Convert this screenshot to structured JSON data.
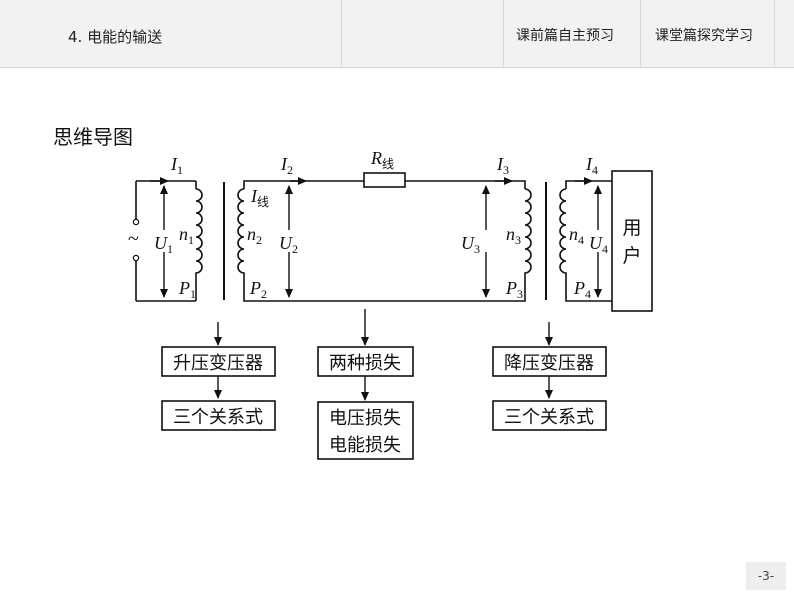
{
  "header": {
    "chapter": "4. 电能的输送",
    "tabs": [
      "课前篇自主预习",
      "课堂篇探究学习"
    ]
  },
  "section_title": "思维导图",
  "diagram": {
    "source": "~",
    "I1": "I",
    "I1_sub": "1",
    "I2": "I",
    "I2_sub": "2",
    "I3": "I",
    "I3_sub": "3",
    "I4": "I",
    "I4_sub": "4",
    "R": "R",
    "R_sub": "线",
    "Iline": "I",
    "Iline_sub": "线",
    "U1": "U",
    "U1_sub": "1",
    "U2": "U",
    "U2_sub": "2",
    "U3": "U",
    "U3_sub": "3",
    "U4": "U",
    "U4_sub": "4",
    "n1": "n",
    "n1_sub": "1",
    "n2": "n",
    "n2_sub": "2",
    "n3": "n",
    "n3_sub": "3",
    "n4": "n",
    "n4_sub": "4",
    "P1": "P",
    "P1_sub": "1",
    "P2": "P",
    "P2_sub": "2",
    "P3": "P",
    "P3_sub": "3",
    "P4": "P",
    "P4_sub": "4",
    "user_line1": "用",
    "user_line2": "户",
    "box_step_up": "升压变压器",
    "box_relations_left": "三个关系式",
    "box_two_losses": "两种损失",
    "box_voltage_loss": "电压损失",
    "box_power_loss": "电能损失",
    "box_step_down": "降压变压器",
    "box_relations_right": "三个关系式"
  },
  "footer": {
    "page": "-3-"
  }
}
